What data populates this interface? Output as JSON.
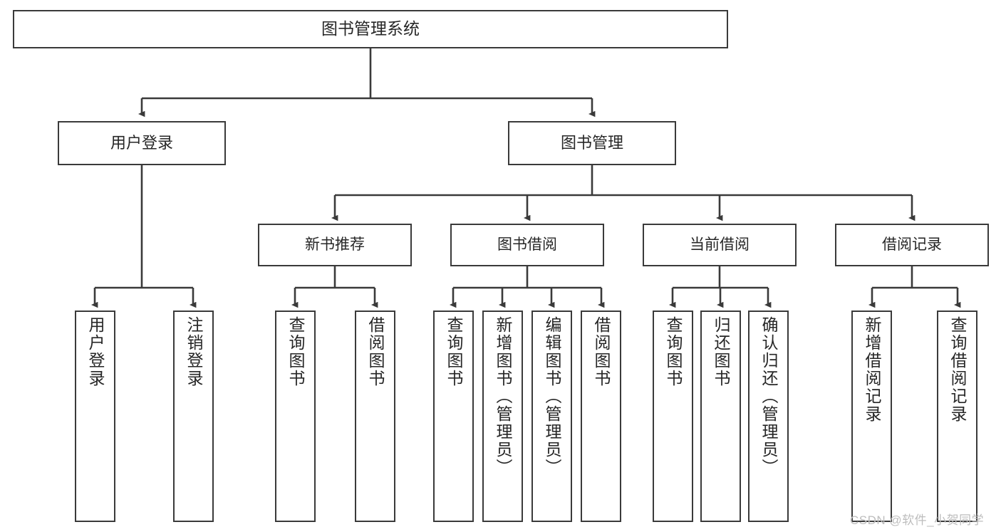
{
  "diagram": {
    "title": "图书管理系统",
    "watermark": "CSDN @软件_小贺同学",
    "colors": {
      "border": "#3a3a3a",
      "text": "#262626",
      "background": "#ffffff",
      "watermark": "#bdbdbd"
    },
    "nodes": {
      "root": {
        "label": "图书管理系统"
      },
      "level1": [
        {
          "label": "用户登录"
        },
        {
          "label": "图书管理"
        }
      ],
      "level2": [
        {
          "label": "新书推荐"
        },
        {
          "label": "图书借阅"
        },
        {
          "label": "当前借阅"
        },
        {
          "label": "借阅记录"
        }
      ],
      "leaves_user_login": [
        {
          "label": "用户登录"
        },
        {
          "label": "注销登录"
        }
      ],
      "leaves_new_book": [
        {
          "label": "查询图书"
        },
        {
          "label": "借阅图书"
        }
      ],
      "leaves_borrow": [
        {
          "label": "查询图书"
        },
        {
          "label": "新增图书（管理员）"
        },
        {
          "label": "编辑图书（管理员）"
        },
        {
          "label": "借阅图书"
        }
      ],
      "leaves_current": [
        {
          "label": "查询图书"
        },
        {
          "label": "归还图书"
        },
        {
          "label": "确认归还（管理员）"
        }
      ],
      "leaves_record": [
        {
          "label": "新增借阅记录"
        },
        {
          "label": "查询借阅记录"
        }
      ]
    }
  }
}
